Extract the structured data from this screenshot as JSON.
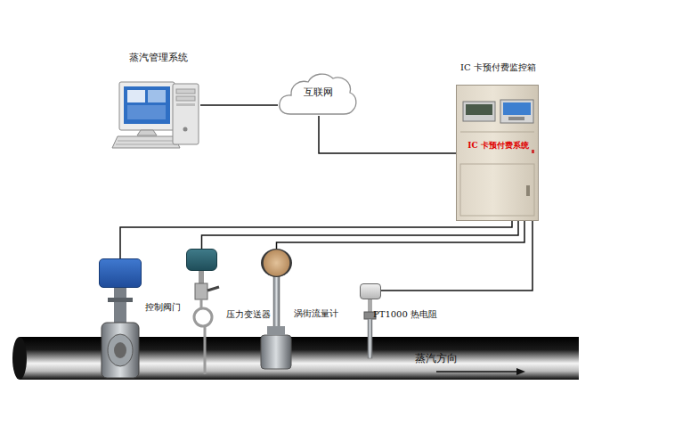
{
  "diagram": {
    "nodes": [
      {
        "text": [
          "蒸汽管理系统"
        ]
      },
      {
        "text": [
          "互联网"
        ]
      },
      {
        "text": [
          "IC 卡预付费监控箱",
          "IC 卡预付费系统"
        ]
      },
      {
        "text": [
          "控制阀门"
        ]
      },
      {
        "text": [
          "压力变送器"
        ]
      },
      {
        "text": [
          "涡街流量计"
        ]
      },
      {
        "text": [
          "PT1000 热电阻"
        ]
      }
    ],
    "edges": [
      {
        "from": 0,
        "to": 1,
        "arrow": "none"
      },
      {
        "from": 1,
        "to": 2,
        "arrow": "none"
      },
      {
        "from": 2,
        "to": 3,
        "arrow": "none"
      },
      {
        "from": 2,
        "to": 4,
        "arrow": "none"
      },
      {
        "from": 2,
        "to": 5,
        "arrow": "none"
      },
      {
        "from": 2,
        "to": 6,
        "arrow": "none"
      }
    ],
    "labels": [
      "蒸汽方向"
    ]
  }
}
